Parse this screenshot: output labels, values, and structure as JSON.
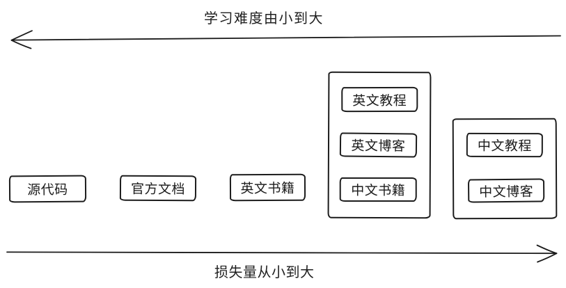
{
  "diagram": {
    "top_axis": {
      "label": "学习难度由小到大",
      "direction": "left"
    },
    "bottom_axis": {
      "label": "损失量从小到大",
      "direction": "right"
    }
  },
  "boxes": [
    {
      "label": "源代码"
    },
    {
      "label": "官方文档"
    },
    {
      "label": "英文书籍"
    }
  ],
  "groups": [
    {
      "items": [
        {
          "label": "英文教程"
        },
        {
          "label": "英文博客"
        },
        {
          "label": "中文书籍"
        }
      ]
    },
    {
      "items": [
        {
          "label": "中文教程"
        },
        {
          "label": "中文博客"
        }
      ]
    }
  ],
  "colors": {
    "stroke": "#1b1b1b",
    "background": "#ffffff"
  }
}
